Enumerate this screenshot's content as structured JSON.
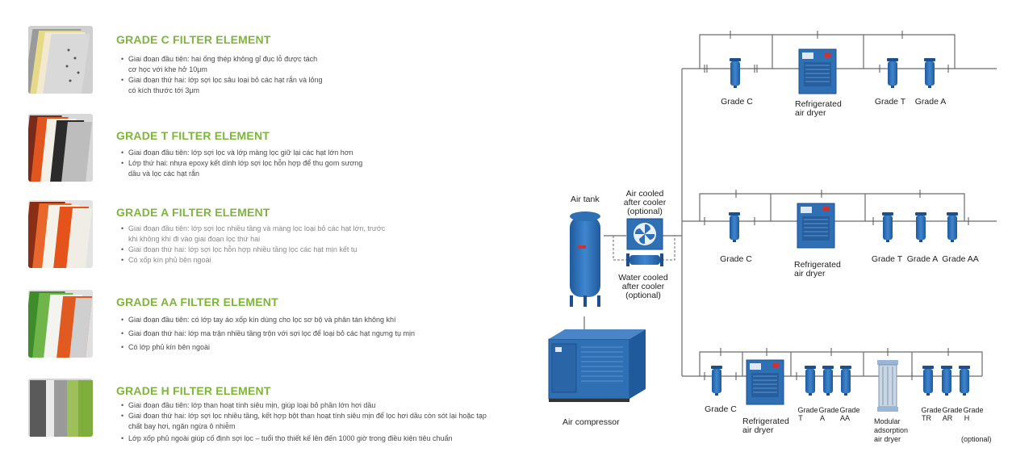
{
  "filters": [
    {
      "title": "GRADE C FILTER ELEMENT",
      "bullets": [
        "Giai đoạn đầu tiên: hai ống thép không gỉ đục lỗ được tách cơ học với khe hở 10μm",
        "Giai đoạn thứ hai: lớp sợi lọc sâu loại bỏ các hạt rắn và lỏng có kích thước tới 3μm"
      ]
    },
    {
      "title": "GRADE T FILTER ELEMENT",
      "bullets": [
        "Giai đoạn đầu tiên: lớp sợi lọc và lớp màng lọc giữ lại các hạt lớn hơn",
        "Lớp thứ hai: nhựa epoxy kết dính lớp sợi lọc hỗn hợp để thu gom sương dầu và lọc các hạt rắn"
      ]
    },
    {
      "title": "GRADE A FILTER ELEMENT",
      "bullets": [
        "Giai đoạn đầu tiên: lớp sợi lọc nhiều tầng và màng lọc loại bỏ các hạt lớn, trước khi không khí đi vào giai đoạn lọc thứ hai",
        "Giai đoạn thứ hai: lớp sợi lọc hỗn hợp nhiều tầng lọc các hạt mịn kết tụ",
        "Có xốp kín phủ bên ngoài"
      ]
    },
    {
      "title": "GRADE AA FILTER ELEMENT",
      "bullets": [
        "Giai đoạn đầu tiên: có lớp tay áo xốp kín dùng cho lọc sơ bộ và phân tán không khí",
        "Giai đoạn thứ hai: lớp ma trận nhiều tầng trộn với sợi lọc để loại bỏ các hạt ngưng tụ mịn",
        "Có lớp phủ kín bên ngoài"
      ]
    },
    {
      "title": "GRADE H FILTER ELEMENT",
      "bullets": [
        "Giai đoạn đầu tiên: lớp than hoạt tính siêu mịn, giúp loại bỏ phần lớn hơi dầu",
        "Giai đoạn thứ hai: lớp sợi lọc nhiều tầng, kết hợp bột than hoạt tính siêu mịn để lọc hơi dầu còn sót lại hoặc tạp chất bay hơi, ngăn ngừa ô nhiễm",
        "Lớp xốp phủ ngoài giúp cố định sợi lọc – tuổi thọ thiết kế lên đến 1000 giờ trong điều kiện tiêu chuẩn"
      ]
    }
  ],
  "diagram": {
    "air_tank": "Air tank",
    "air_cooler": [
      "Air cooled",
      "after cooler",
      "(optional)"
    ],
    "water_cooler": [
      "Water cooled",
      "after cooler",
      "(optional)"
    ],
    "air_compressor": "Air compressor",
    "row1": {
      "grade_c": "Grade C",
      "dryer": [
        "Refrigerated",
        "air dryer"
      ],
      "grade_t": "Grade T",
      "grade_a": "Grade A"
    },
    "row2": {
      "grade_c": "Grade C",
      "dryer": [
        "Refrigerated",
        "air dryer"
      ],
      "grade_t": "Grade T",
      "grade_a": "Grade A",
      "grade_aa": "Grade AA"
    },
    "row3": {
      "grade_c": "Grade C",
      "dryer": [
        "Refrigerated",
        "air dryer"
      ],
      "grade_t": [
        "Grade",
        "T"
      ],
      "grade_a": [
        "Grade",
        "A"
      ],
      "grade_aa": [
        "Grade",
        "AA"
      ],
      "modular": [
        "Modular",
        "adsorption",
        "air dryer"
      ],
      "grade_tr": [
        "Grade",
        "TR"
      ],
      "grade_ar": [
        "Grade",
        "AR"
      ],
      "grade_h": [
        "Grade",
        "H"
      ],
      "optional": "(optional)"
    }
  },
  "colors": {
    "title_green": "#7db63a",
    "equipment_blue": "#2f6fb3",
    "pipe": "#6b6b6b"
  }
}
